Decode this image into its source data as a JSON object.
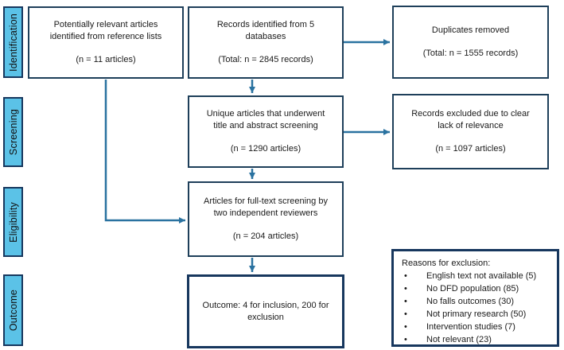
{
  "stages": [
    {
      "label": "Identification"
    },
    {
      "label": "Screening"
    },
    {
      "label": "Eligibility"
    },
    {
      "label": "Outcome"
    }
  ],
  "boxes": {
    "reference_articles": {
      "text": "Potentially relevant articles identified from reference lists",
      "count": "(n = 11 articles)"
    },
    "records_identified": {
      "text": "Records identified from 5 databases",
      "count": "(Total: n = 2845 records)"
    },
    "duplicates_removed": {
      "text": "Duplicates removed",
      "count": "(Total: n = 1555 records)"
    },
    "title_abstract_screening": {
      "text": "Unique articles that underwent title and abstract screening",
      "count": "(n = 1290 articles)"
    },
    "records_excluded": {
      "text": "Records excluded due to clear lack of relevance",
      "count": "(n = 1097 articles)"
    },
    "full_text_screening": {
      "text": "Articles for full-text screening by two independent reviewers",
      "count": "(n = 204 articles)"
    },
    "outcome": {
      "text": "Outcome: 4 for inclusion, 200 for exclusion"
    }
  },
  "reasons": {
    "title": "Reasons for exclusion:",
    "items": [
      "English text not available (5)",
      "No DFD population (85)",
      "No falls outcomes (30)",
      "Not primary research (50)",
      "Intervention studies (7)",
      "Not relevant (23)"
    ]
  },
  "colors": {
    "box-border": "#1e3f5a",
    "thick-border": "#17375e",
    "arrow": "#2a72a0",
    "label-fill": "#5bc2e7",
    "text": "#1a1a1a"
  }
}
